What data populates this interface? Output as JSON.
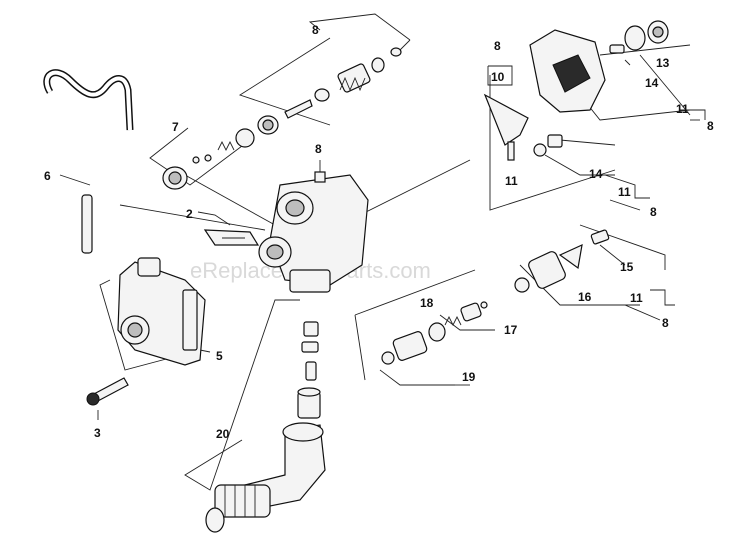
{
  "watermark": "eReplacementParts.com",
  "callouts": {
    "c8_top": "8",
    "c7": "7",
    "c6": "6",
    "c2": "2",
    "c8_mid": "8",
    "c5": "5",
    "c3": "3",
    "c20": "20",
    "c8_upper_right": "8",
    "c10": "10",
    "c11_a": "11",
    "c13": "13",
    "c14_a": "14",
    "c11_b": "11",
    "c8_b": "8",
    "c14_b": "14",
    "c11_c": "11",
    "c8_c": "8",
    "c15": "15",
    "c16": "16",
    "c11_d": "11",
    "c8_d": "8",
    "c18": "18",
    "c17": "17",
    "c19": "19"
  }
}
